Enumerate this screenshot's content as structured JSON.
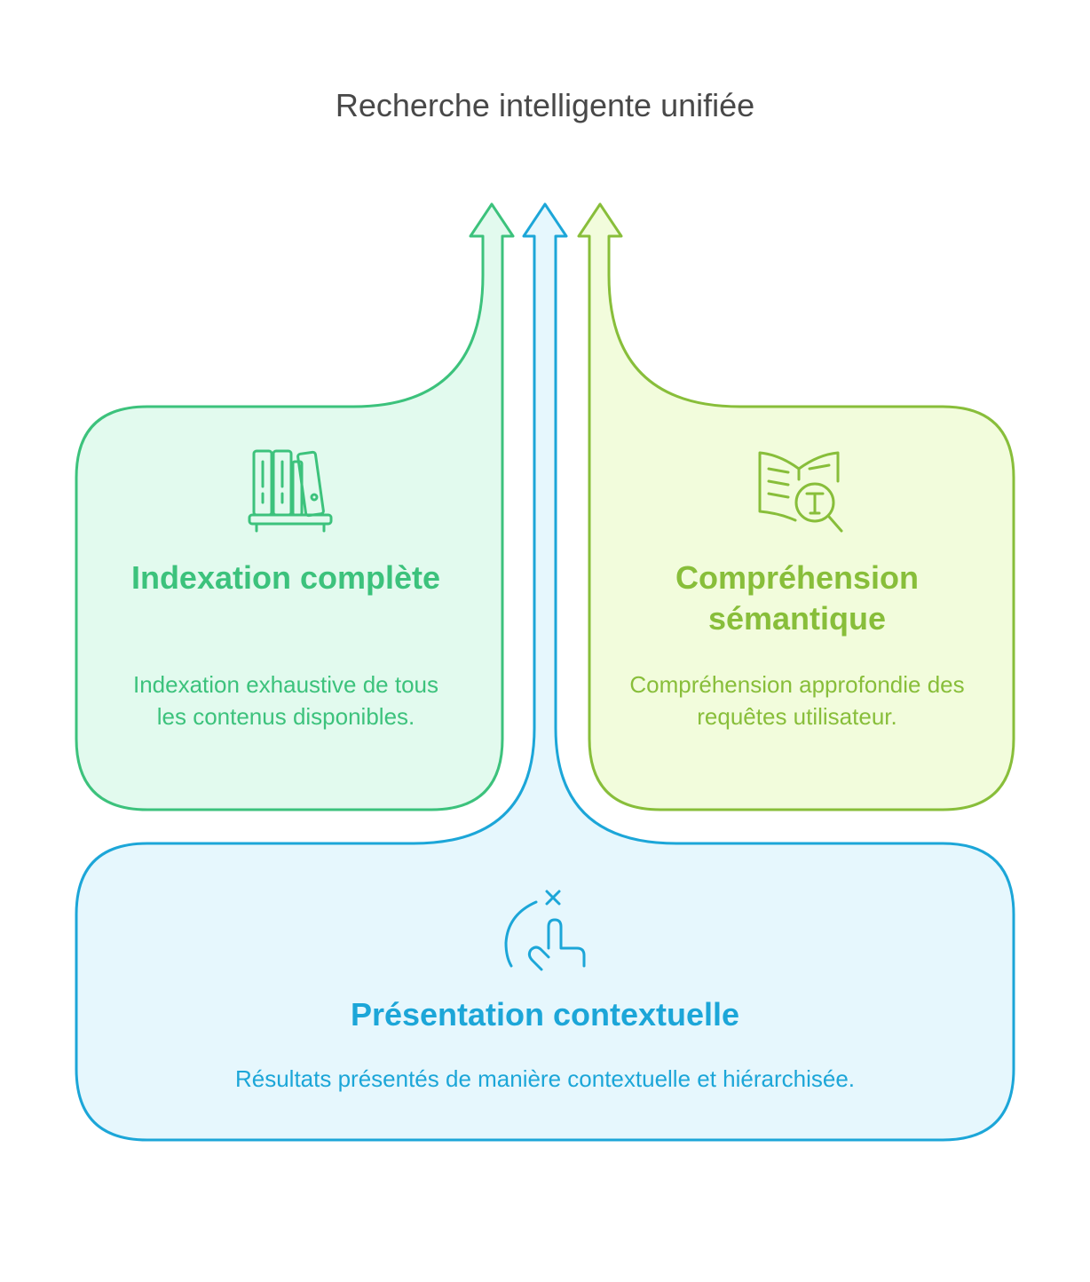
{
  "title": "Recherche intelligente unifiée",
  "colors": {
    "indexation": "#3cc27c",
    "semantique": "#88be3a",
    "presentation": "#1ca6d8"
  },
  "cards": {
    "indexation": {
      "title": "Indexation complète",
      "description": "Indexation exhaustive de tous les contenus disponibles.",
      "icon": "books-icon"
    },
    "semantique": {
      "title": "Compréhension sémantique",
      "description": "Compréhension approfondie des requêtes utilisateur.",
      "icon": "book-search-icon"
    },
    "presentation": {
      "title": "Présentation contextuelle",
      "description": "Résultats présentés de manière contextuelle et hiérarchisée.",
      "icon": "tap-gesture-icon"
    }
  }
}
